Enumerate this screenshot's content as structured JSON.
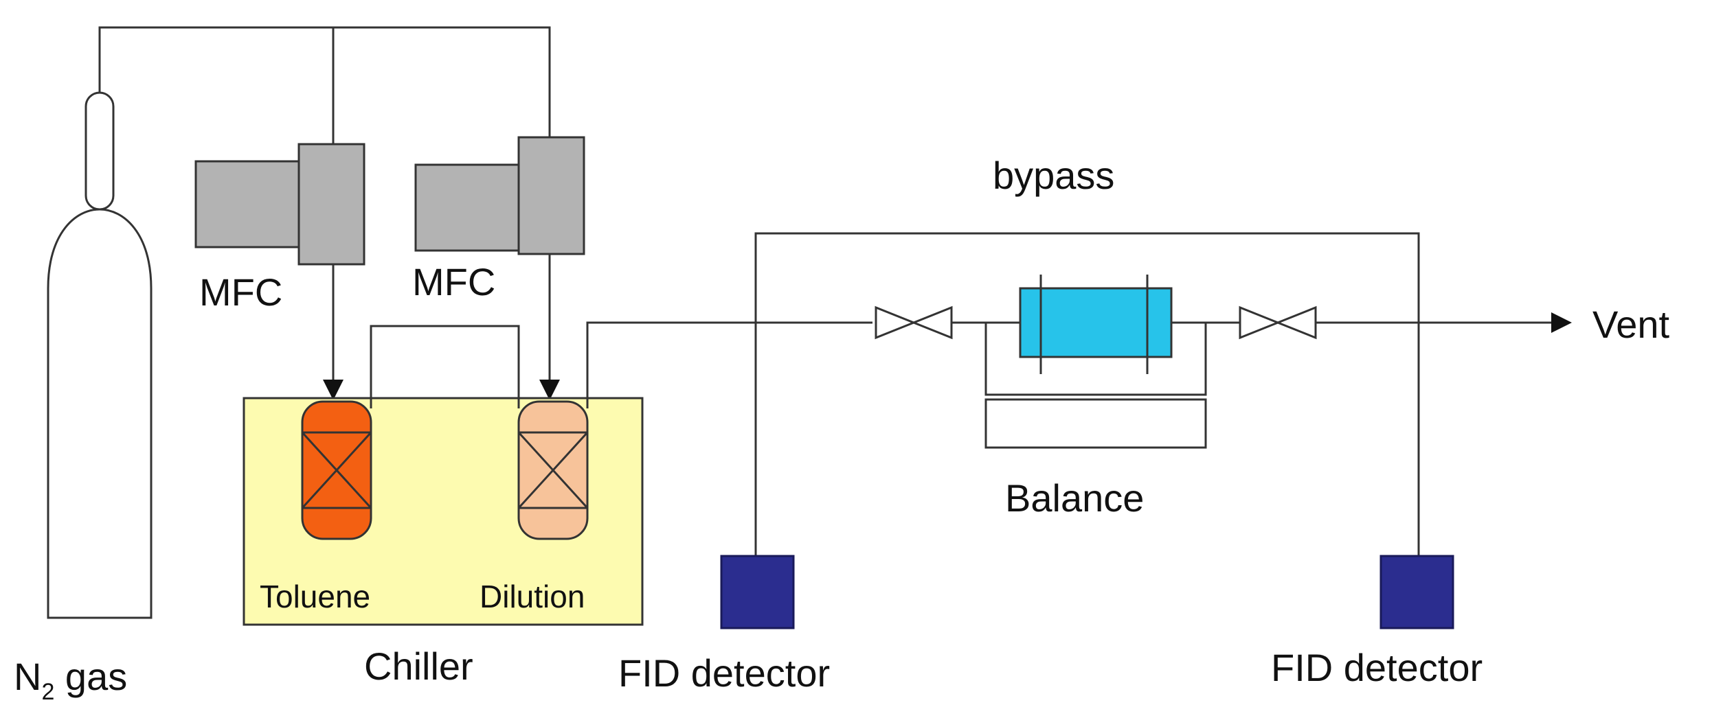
{
  "labels": {
    "n2_main": "N",
    "n2_sub": "2",
    "n2_suffix": " gas",
    "mfc_left": "MFC",
    "mfc_right": "MFC",
    "toluene": "Toluene",
    "dilution": "Dilution",
    "chiller": "Chiller",
    "bypass": "bypass",
    "balance": "Balance",
    "vent": "Vent",
    "fid_left": "FID detector",
    "fid_right": "FID detector"
  },
  "colors": {
    "line": "#333333",
    "mfc": "#b3b3b3",
    "chiller": "#fdfbb0",
    "toluene_vessel": "#f36012",
    "dilution_vessel": "#f7c39a",
    "reactor": "#27c3ea",
    "fid": "#2b2d8f"
  }
}
